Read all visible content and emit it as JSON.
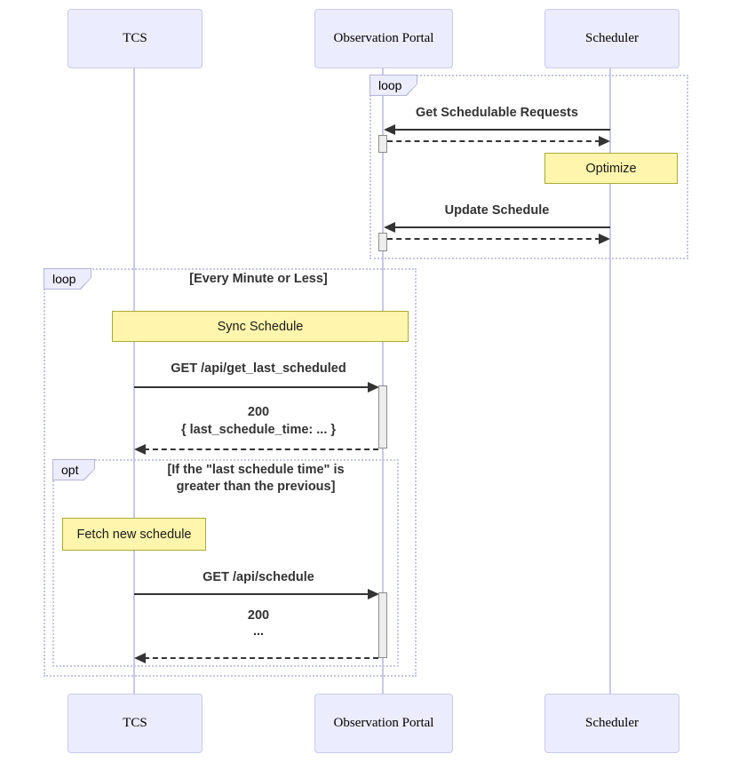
{
  "actors": {
    "tcs": "TCS",
    "portal": "Observation Portal",
    "scheduler": "Scheduler"
  },
  "frames": {
    "loop1_label": "loop",
    "loop2_label": "loop",
    "loop2_title": "[Every Minute or Less]",
    "opt_label": "opt",
    "opt_title_1": "[If the \"last schedule time\" is",
    "opt_title_2": "greater than the previous]"
  },
  "messages": {
    "m1": "Get Schedulable Requests",
    "m2": "Update Schedule",
    "m3": "GET /api/get_last_scheduled",
    "m3_reply_1": "200",
    "m3_reply_2": "{ last_schedule_time: ... }",
    "m4": "GET /api/schedule",
    "m4_reply_1": "200",
    "m4_reply_2": "..."
  },
  "notes": {
    "optimize": "Optimize",
    "sync": "Sync Schedule",
    "fetch": "Fetch new schedule"
  },
  "colors": {
    "actor_fill": "#ECECFF",
    "actor_border": "#C9C9F0",
    "lifeline": "#C8C8E8",
    "frame_border": "#C5C5E7",
    "tab_edge": "#B4B4DA",
    "note_fill": "#FFF5AD",
    "note_border": "#AAAA33",
    "msg_text": "#333333",
    "activation_fill": "#EDEDED",
    "activation_border": "#8C8C8C"
  }
}
